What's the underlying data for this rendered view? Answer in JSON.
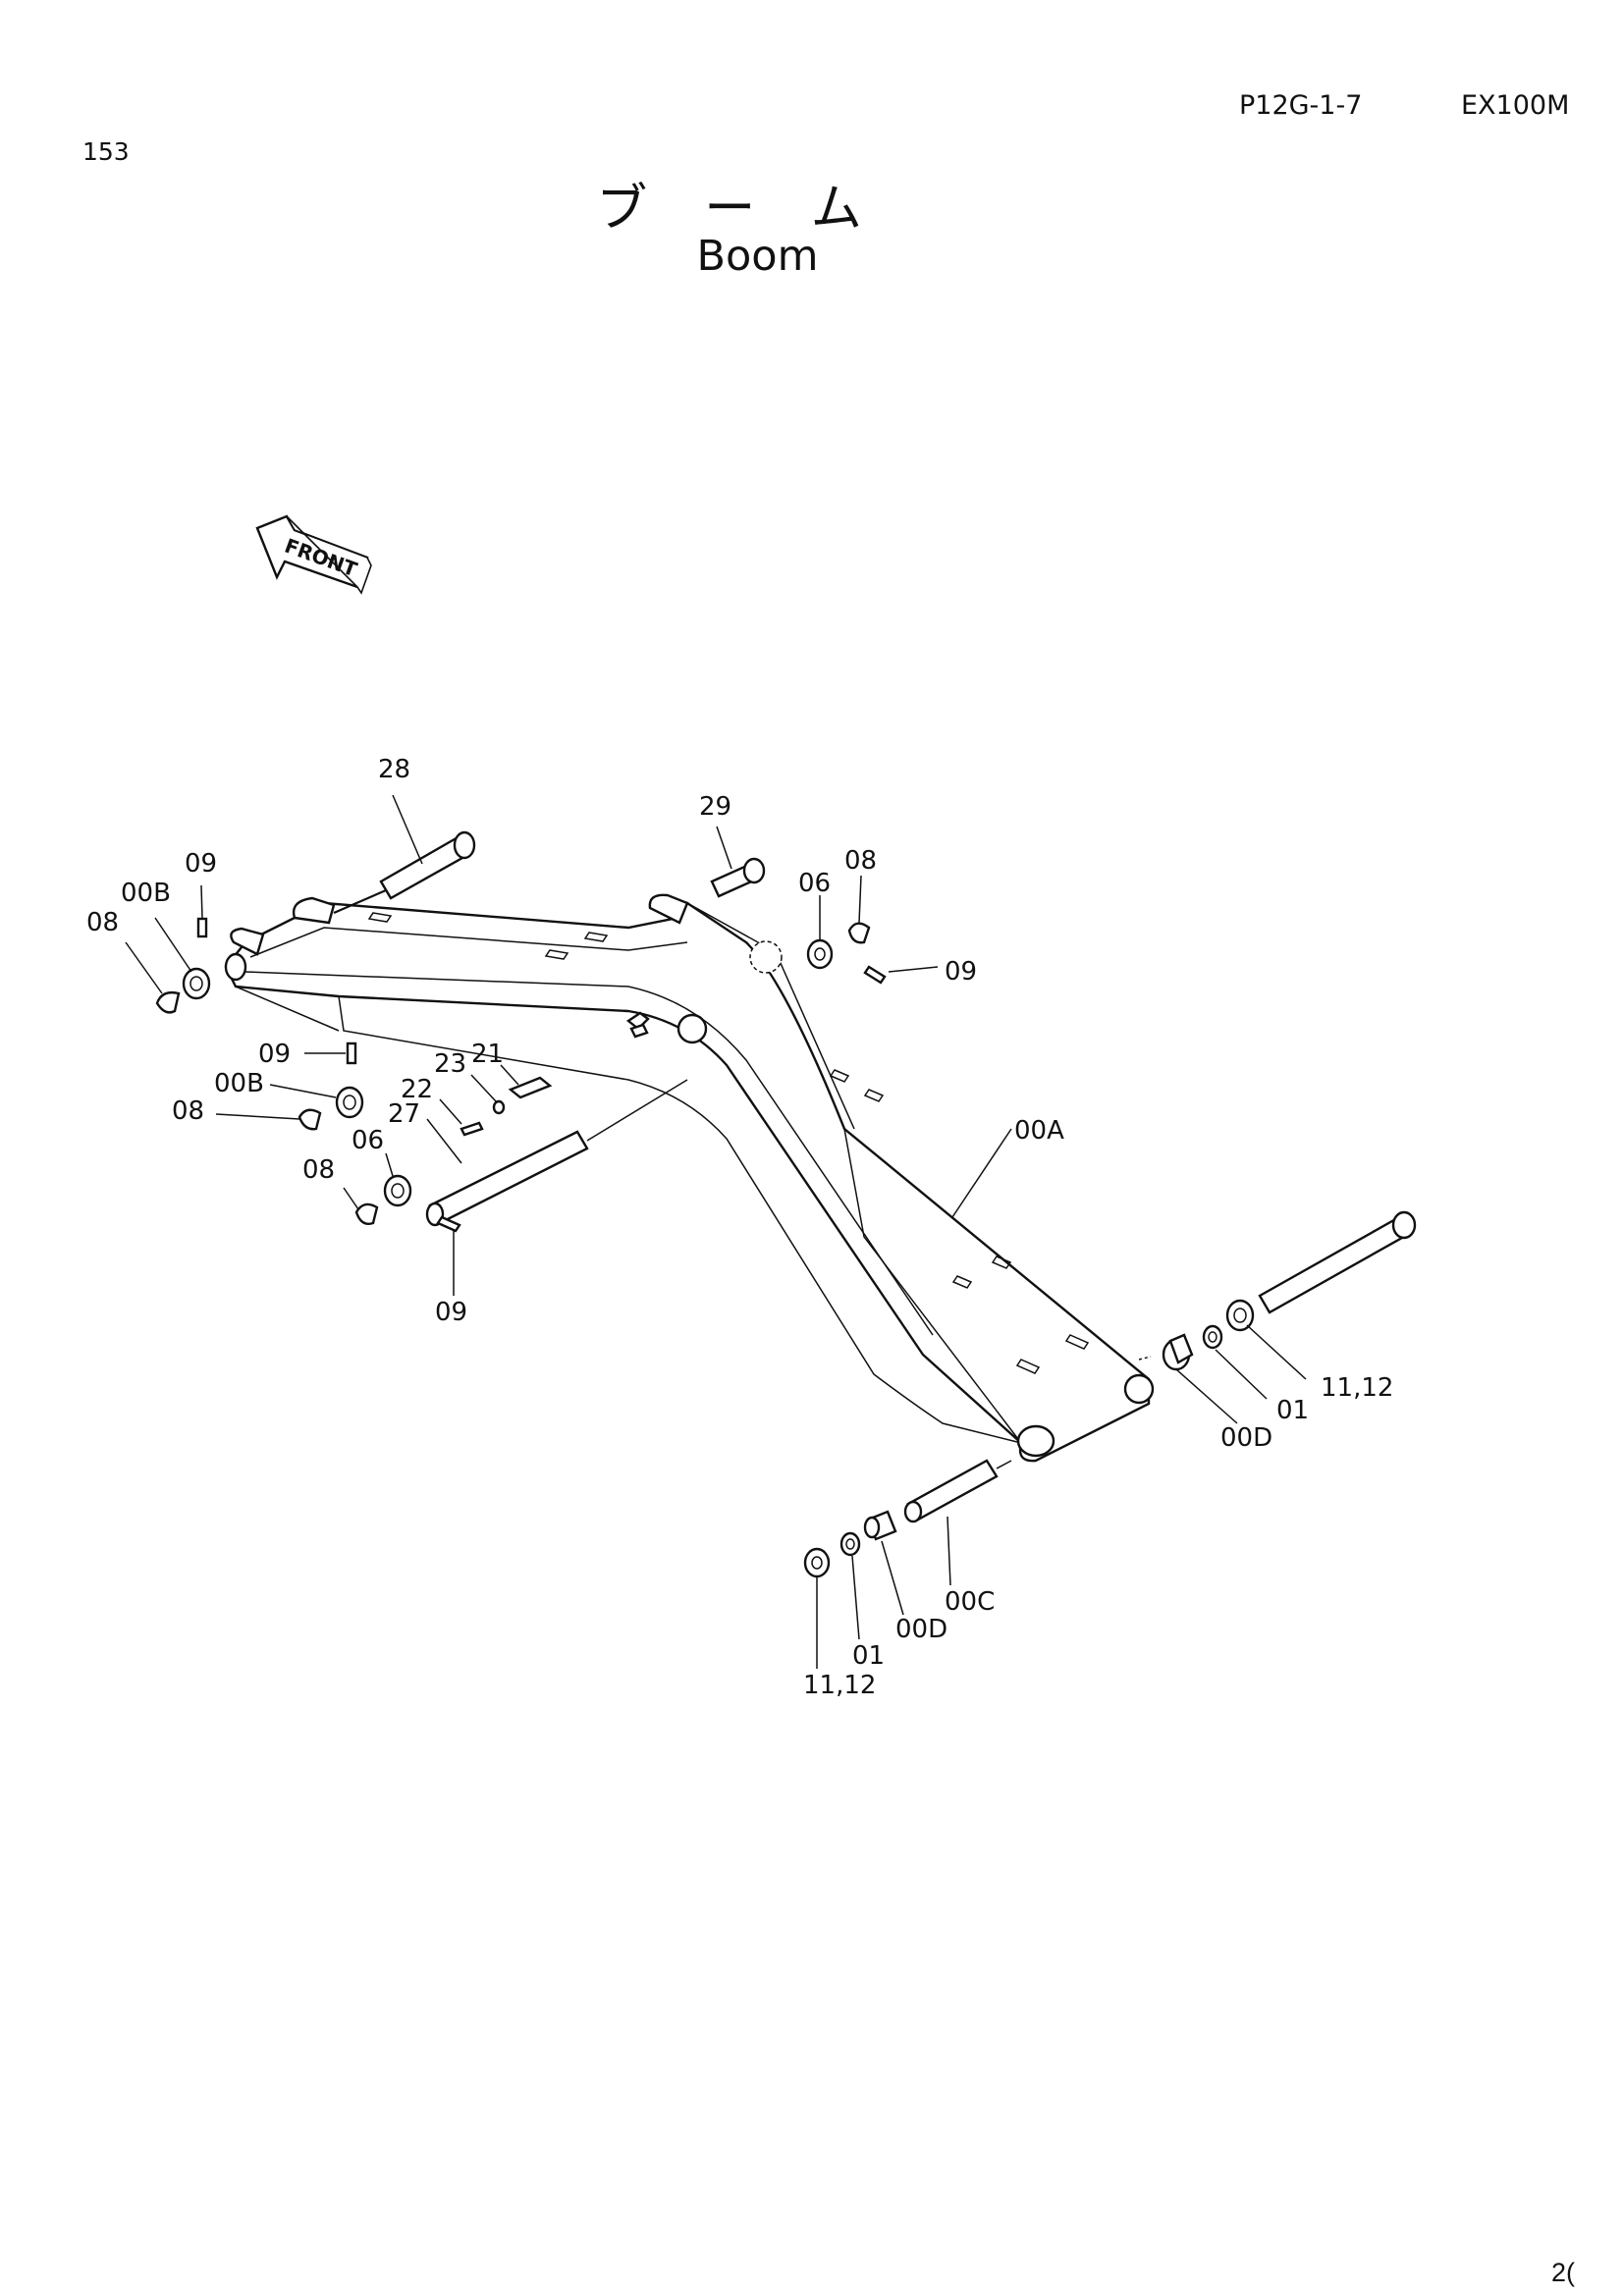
{
  "header": {
    "doc_code": "P12G-1-7",
    "model": "EX100M",
    "page_number": "153"
  },
  "title": {
    "japanese": "ブーム",
    "english": "Boom"
  },
  "direction_marker": {
    "label": "FRONT"
  },
  "corner_text": "2(",
  "callouts": {
    "c28": "28",
    "c29": "29",
    "c09_a": "09",
    "c00B_a": "00B",
    "c08_a": "08",
    "c06_a": "06",
    "c08_b": "08",
    "c09_b": "09",
    "c09_c": "09",
    "c00B_b": "00B",
    "c08_c": "08",
    "c23": "23",
    "c21": "21",
    "c22": "22",
    "c27": "27",
    "c06_b": "06",
    "c08_d": "08",
    "c09_d": "09",
    "c00A": "00A",
    "c1112_a": "11,12",
    "c01_a": "01",
    "c00D_a": "00D",
    "c00C": "00C",
    "c00D_b": "00D",
    "c01_b": "01",
    "c1112_b": "11,12"
  }
}
